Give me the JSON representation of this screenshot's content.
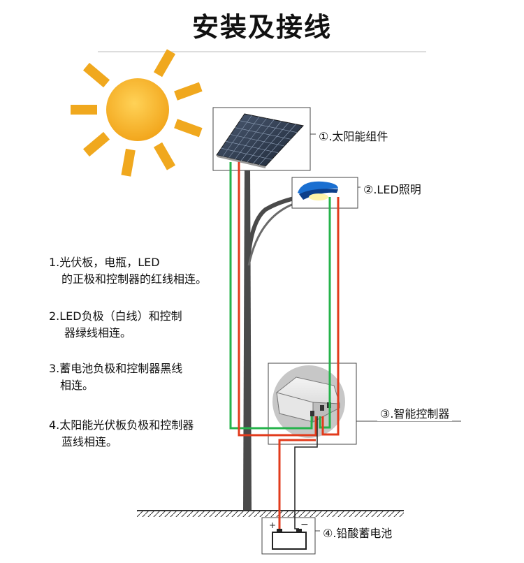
{
  "title": "安装及接线",
  "labels": {
    "solar_module": "①.太阳能组件",
    "led_light": "②.LED照明",
    "controller": "③.智能控制器",
    "battery": "④.铅酸蓄电池"
  },
  "notes": [
    {
      "line1": "1.光伏板，电瓶，LED",
      "line2": "的正极和控制器的红线相连。"
    },
    {
      "line1": "2.LED负极（白线）和控制",
      "line2": "器绿线相连。"
    },
    {
      "line1": "3.蓄电池负极和控制器黑线",
      "line2": "相连。"
    },
    {
      "line1": "4.太阳能光伏板负极和控制器",
      "line2": "蓝线相连。"
    }
  ],
  "battery_terminals": {
    "positive": "+",
    "negative": "−"
  },
  "colors": {
    "sun": "#f5b024",
    "sun_ray": "#f0a81e",
    "wire_red": "#e23b1c",
    "wire_green": "#25b34b",
    "wire_black": "#222222",
    "pole": "#444444",
    "controller_circle": "#c9c9c9",
    "led_blue": "#1a6fd1"
  }
}
